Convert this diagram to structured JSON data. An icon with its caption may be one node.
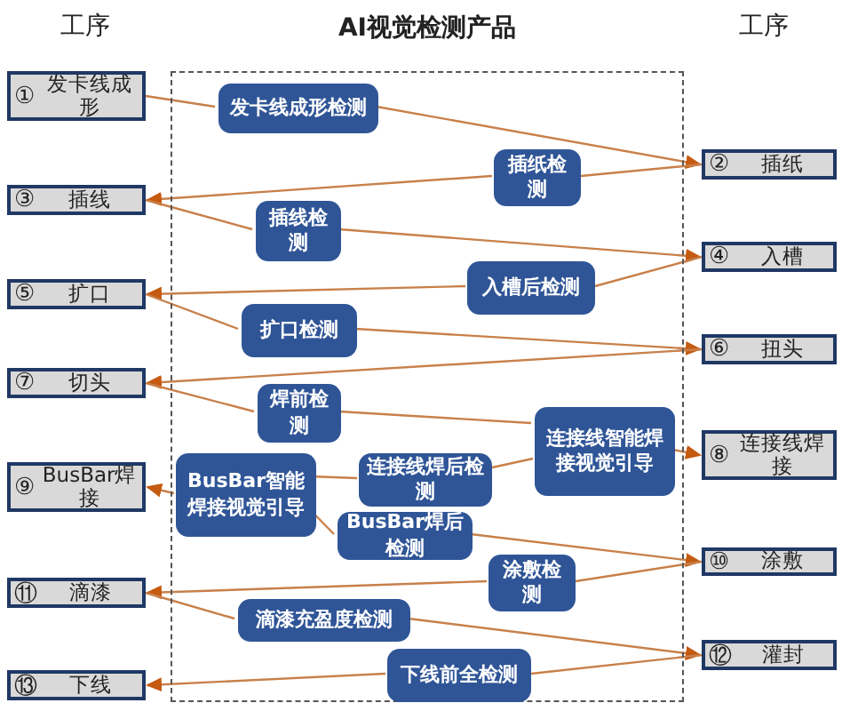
{
  "diagram": {
    "nodes": [
      {
        "text": [
          "AI视觉检测产品"
        ]
      },
      {
        "text": [
          "①",
          "发卡线成形"
        ]
      },
      {
        "text": [
          "发卡线成形检测"
        ],
        "in": 0
      },
      {
        "text": [
          "②",
          "插纸"
        ]
      },
      {
        "text": [
          "插纸检测"
        ],
        "in": 0
      },
      {
        "text": [
          "③",
          "插线"
        ]
      },
      {
        "text": [
          "插线检测"
        ],
        "in": 0
      },
      {
        "text": [
          "④",
          "入槽"
        ]
      },
      {
        "text": [
          "入槽后检测"
        ],
        "in": 0
      },
      {
        "text": [
          "⑤",
          "扩口"
        ]
      },
      {
        "text": [
          "扩口检测"
        ],
        "in": 0
      },
      {
        "text": [
          "⑥",
          "扭头"
        ]
      },
      {
        "text": [
          "⑦",
          "切头"
        ]
      },
      {
        "text": [
          "焊前检测"
        ],
        "in": 0
      },
      {
        "text": [
          "连接线智能焊接视觉引导"
        ],
        "in": 0
      },
      {
        "text": [
          "⑧",
          "连接线焊接"
        ]
      },
      {
        "text": [
          "连接线焊后检测"
        ],
        "in": 0
      },
      {
        "text": [
          "⑨",
          "BusBar焊接"
        ]
      },
      {
        "text": [
          "BusBar智能焊接视觉引导"
        ],
        "in": 0
      },
      {
        "text": [
          "BusBar焊后检测"
        ],
        "in": 0
      },
      {
        "text": [
          "⑩",
          "涂敷"
        ]
      },
      {
        "text": [
          "涂敷检测"
        ],
        "in": 0
      },
      {
        "text": [
          "⑪",
          "滴漆"
        ]
      },
      {
        "text": [
          "滴漆充盈度检测"
        ],
        "in": 0
      },
      {
        "text": [
          "⑫",
          "灌封"
        ]
      },
      {
        "text": [
          "下线前全检测"
        ],
        "in": 0
      },
      {
        "text": [
          "⑬",
          "下线"
        ]
      }
    ],
    "edges": [
      {
        "from": 1,
        "to": 2,
        "arrow": "none"
      },
      {
        "from": 2,
        "to": 3,
        "arrow": "to"
      },
      {
        "from": 3,
        "to": 4,
        "arrow": "none"
      },
      {
        "from": 4,
        "to": 5,
        "arrow": "to"
      },
      {
        "from": 5,
        "to": 6,
        "arrow": "none"
      },
      {
        "from": 6,
        "to": 7,
        "arrow": "to"
      },
      {
        "from": 7,
        "to": 8,
        "arrow": "none"
      },
      {
        "from": 8,
        "to": 9,
        "arrow": "to"
      },
      {
        "from": 9,
        "to": 10,
        "arrow": "none"
      },
      {
        "from": 10,
        "to": 11,
        "arrow": "to"
      },
      {
        "from": 11,
        "to": 12,
        "arrow": "to"
      },
      {
        "from": 12,
        "to": 13,
        "arrow": "none"
      },
      {
        "from": 13,
        "to": 14,
        "arrow": "none"
      },
      {
        "from": 14,
        "to": 15,
        "arrow": "to"
      },
      {
        "from": 14,
        "to": 16,
        "arrow": "none"
      },
      {
        "from": 16,
        "to": 18,
        "arrow": "none"
      },
      {
        "from": 18,
        "to": 17,
        "arrow": "to"
      },
      {
        "from": 18,
        "to": 19,
        "arrow": "none"
      },
      {
        "from": 19,
        "to": 20,
        "arrow": "to"
      },
      {
        "from": 20,
        "to": 21,
        "arrow": "none"
      },
      {
        "from": 21,
        "to": 22,
        "arrow": "to"
      },
      {
        "from": 22,
        "to": 23,
        "arrow": "none"
      },
      {
        "from": 23,
        "to": 24,
        "arrow": "to"
      },
      {
        "from": 24,
        "to": 25,
        "arrow": "none"
      },
      {
        "from": 25,
        "to": 26,
        "arrow": "to"
      }
    ],
    "labels": [
      "工序",
      "工序"
    ]
  }
}
